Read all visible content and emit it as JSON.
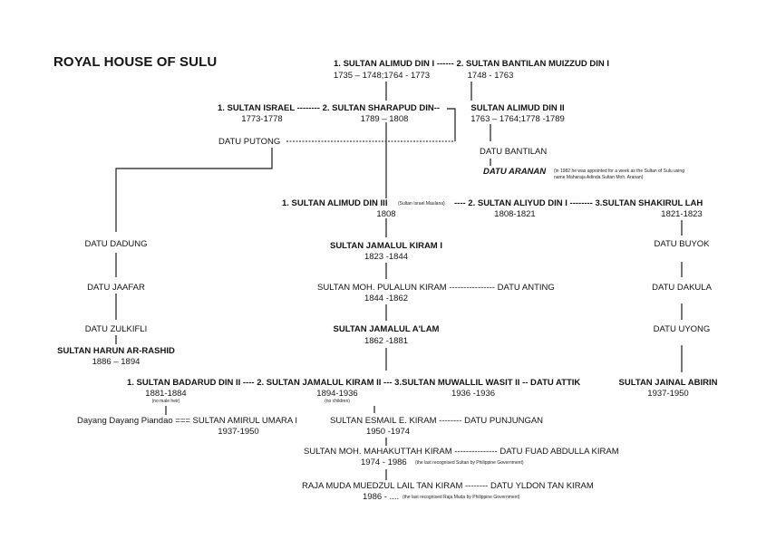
{
  "title": "ROYAL HOUSE OF SULU",
  "rulers": {
    "alimud1_pair": "1. SULTAN ALIMUD DIN I ------ 2. SULTAN BANTILAN MUIZZUD DIN I",
    "alimud1_years": "1735 – 1748;1764 - 1773",
    "bantilan_years": "1748 - 1763",
    "israel_pair": "1. SULTAN ISRAEL  -------- 2. SULTAN SHARAPUD DIN--",
    "israel_years": "1773-1778",
    "sharapud_years": "1789 – 1808",
    "alimud2_name": "SULTAN ALIMUD DIN II",
    "alimud2_years": "1763 – 1764;1778 -1789",
    "datu_putong": "DATU PUTONG",
    "datu_bantilan": "DATU BANTILAN",
    "datu_aranan": "DATU ARANAN",
    "aranan_note_1": "(in 1982 he was appointed for a week as the Sultan of Sulu using",
    "aranan_note_2": "name Maharaja  Adinda Sultan Moh. Aranan)",
    "alimud3_name": "1. SULTAN ALIMUD DIN III",
    "alimud3_note": "(Sultan Israel Maulana)",
    "aliyud_link": "---- 2. SULTAN ALIYUD DIN I -------- 3.SULTAN SHAKIRUL LAH",
    "alimud3_years": "1808",
    "aliyud_years": "1808-1821",
    "shakirul_years": "1821-1823",
    "datu_dadung": "DATU DADUNG",
    "jamalul1_name": "SULTAN JAMALUL KIRAM I",
    "jamalul1_years": "1823 -1844",
    "datu_buyok": "DATU BUYOK",
    "datu_jaafar": "DATU JAAFAR",
    "pulalun_pair": "SULTAN MOH. PULALUN KIRAM ---------------- DATU ANTING",
    "pulalun_years": "1844 -1862",
    "datu_dakula": "DATU DAKULA",
    "datu_zulkifli": "DATU ZULKIFLI",
    "jamalul_alam_name": "SULTAN JAMALUL A'LAM",
    "jamalul_alam_years": "1862 -1881",
    "datu_uyong": "DATU UYONG",
    "harun_name": "SULTAN HARUN AR-RASHID",
    "harun_years": "1886 – 1894",
    "badarud_row": "1. SULTAN BADARUD DIN II ---- 2. SULTAN JAMALUL KIRAM II --- 3.SULTAN MUWALLIL WASIT II -- DATU ATTIK",
    "jainal_name": "SULTAN JAINAL ABIRIN",
    "badarud_years": "1881-1884",
    "badarud_note": "(no male heir)",
    "jamalul2_years": "1894-1936",
    "jamalul2_note": "(no children)",
    "muwallil_years": "1936 -1936",
    "jainal_years": "1937-1950",
    "piandao_pair": "Dayang Dayang Piandao === SULTAN AMIRUL UMARA I",
    "amirul_years": "1937-1950",
    "esmail_pair": "SULTAN ESMAIL E. KIRAM -------- DATU PUNJUNGAN",
    "esmail_years": "1950 -1974",
    "mahakuttah_pair": "SULTAN MOH. MAHAKUTTAH KIRAM --------------- DATU FUAD ABDULLA KIRAM",
    "mahakuttah_years": "1974 - 1986",
    "mahakuttah_note": "(the last recognised Sultan by Philippine Government)",
    "muedzul_pair": "RAJA MUDA MUEDZUL LAIL TAN KIRAM -------- DATU YLDON TAN KIRAM",
    "muedzul_years": "1986 - ....",
    "muedzul_note": "(the last recognised Raja Muda by Philippine Government)"
  },
  "line_color": "#1a1a1a",
  "text_color": "#141414"
}
